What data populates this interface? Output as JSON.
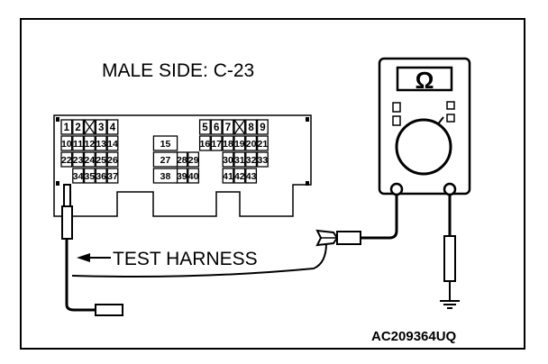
{
  "diagram": {
    "title": "MALE SIDE: C-23",
    "callout": "TEST HARNESS",
    "figure_code": "AC209364UQ",
    "meter_symbol": "Ω",
    "connector": {
      "pins": [
        {
          "n": "1",
          "sx": 1,
          "sy": 1
        },
        {
          "n": "2",
          "sx": 2,
          "sy": 1
        },
        {
          "n": "3",
          "sx": 4,
          "sy": 1
        },
        {
          "n": "4",
          "sx": 5,
          "sy": 1
        },
        {
          "n": "5",
          "sx": 13,
          "sy": 1
        },
        {
          "n": "6",
          "sx": 14,
          "sy": 1
        },
        {
          "n": "7",
          "sx": 15,
          "sy": 1
        },
        {
          "n": "8",
          "sx": 17,
          "sy": 1
        },
        {
          "n": "9",
          "sx": 18,
          "sy": 1
        },
        {
          "n": "10",
          "sx": 1,
          "sy": 2
        },
        {
          "n": "11",
          "sx": 2,
          "sy": 2
        },
        {
          "n": "12",
          "sx": 3,
          "sy": 2
        },
        {
          "n": "13",
          "sx": 4,
          "sy": 2
        },
        {
          "n": "14",
          "sx": 5,
          "sy": 2
        },
        {
          "n": "16",
          "sx": 13,
          "sy": 2
        },
        {
          "n": "17",
          "sx": 14,
          "sy": 2
        },
        {
          "n": "18",
          "sx": 15,
          "sy": 2
        },
        {
          "n": "19",
          "sx": 16,
          "sy": 2
        },
        {
          "n": "20",
          "sx": 17,
          "sy": 2
        },
        {
          "n": "21",
          "sx": 18,
          "sy": 2
        },
        {
          "n": "22",
          "sx": 1,
          "sy": 3
        },
        {
          "n": "23",
          "sx": 2,
          "sy": 3
        },
        {
          "n": "24",
          "sx": 3,
          "sy": 3
        },
        {
          "n": "25",
          "sx": 4,
          "sy": 3
        },
        {
          "n": "26",
          "sx": 5,
          "sy": 3
        },
        {
          "n": "28",
          "sx": 11,
          "sy": 3
        },
        {
          "n": "29",
          "sx": 12,
          "sy": 3
        },
        {
          "n": "30",
          "sx": 15,
          "sy": 3
        },
        {
          "n": "31",
          "sx": 16,
          "sy": 3
        },
        {
          "n": "32",
          "sx": 17,
          "sy": 3
        },
        {
          "n": "33",
          "sx": 18,
          "sy": 3
        },
        {
          "n": "34",
          "sx": 2,
          "sy": 4
        },
        {
          "n": "35",
          "sx": 3,
          "sy": 4
        },
        {
          "n": "36",
          "sx": 4,
          "sy": 4
        },
        {
          "n": "37",
          "sx": 5,
          "sy": 4
        },
        {
          "n": "39",
          "sx": 11,
          "sy": 4
        },
        {
          "n": "40",
          "sx": 12,
          "sy": 4
        },
        {
          "n": "41",
          "sx": 15,
          "sy": 4
        },
        {
          "n": "42",
          "sx": 16,
          "sy": 4
        },
        {
          "n": "43",
          "sx": 17,
          "sy": 4
        }
      ],
      "wide_pins": [
        {
          "n": "15",
          "sy": 2
        },
        {
          "n": "27",
          "sy": 3
        },
        {
          "n": "38",
          "sy": 4
        }
      ],
      "blank_pins": [
        {
          "sx": 3,
          "sy": 1
        },
        {
          "sx": 16,
          "sy": 1
        }
      ]
    }
  }
}
